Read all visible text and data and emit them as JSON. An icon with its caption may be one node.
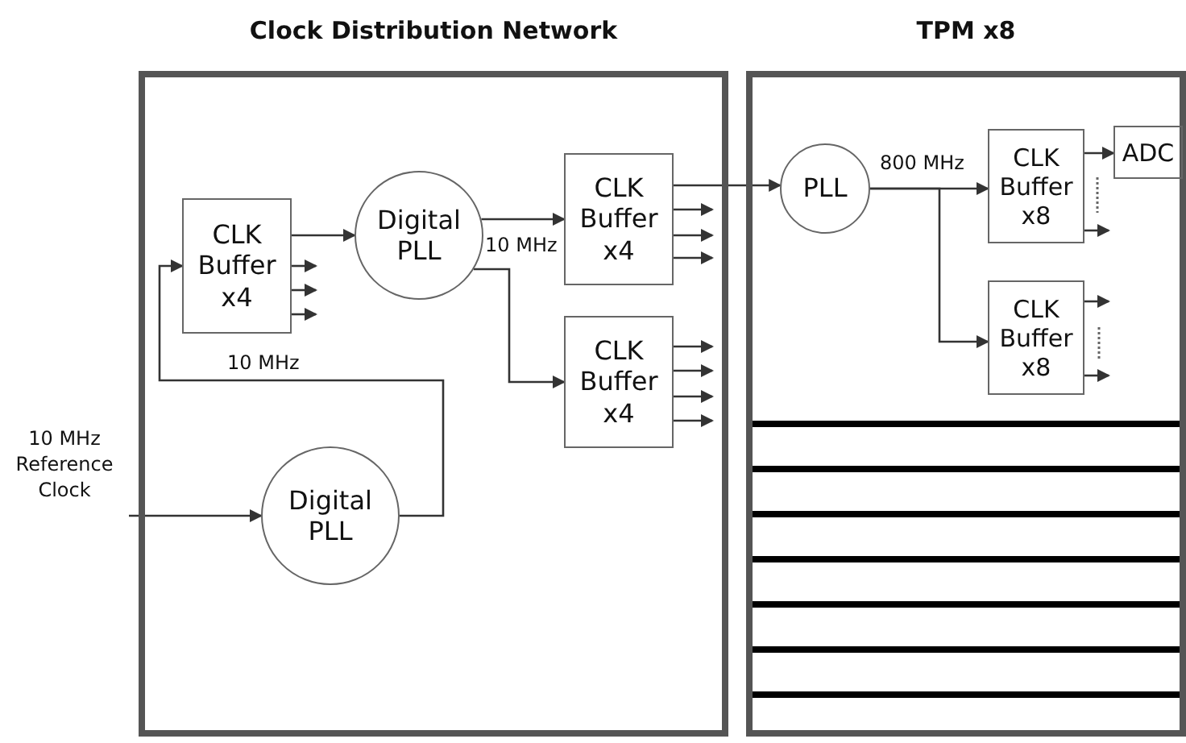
{
  "diagram": {
    "nodes": [
      {
        "text": [
          "Clock Distribution Network"
        ]
      },
      {
        "text": [
          "TPM x8"
        ]
      },
      {
        "text": [
          "CLK Buffer x4"
        ],
        "in": 0
      },
      {
        "text": [
          "Digital PLL"
        ],
        "in": 0
      },
      {
        "text": [
          "CLK Buffer x4"
        ],
        "in": 0
      },
      {
        "text": [
          "CLK Buffer x4"
        ],
        "in": 0
      },
      {
        "text": [
          "Digital PLL"
        ],
        "in": 0
      },
      {
        "text": [
          "10 MHz Reference Clock"
        ]
      },
      {
        "text": [
          "PLL"
        ],
        "in": 1
      },
      {
        "text": [
          "CLK Buffer x8"
        ],
        "in": 1
      },
      {
        "text": [
          "ADC"
        ],
        "in": 1
      },
      {
        "text": [
          "CLK Buffer x8"
        ],
        "in": 1
      }
    ],
    "edges": [
      {
        "from": 7,
        "to": 6,
        "arrow": "to"
      },
      {
        "from": 6,
        "to": 2,
        "arrow": "to",
        "label": "10 MHz"
      },
      {
        "from": 2,
        "to": 3,
        "arrow": "to"
      },
      {
        "from": 2,
        "to": null,
        "arrow": "to"
      },
      {
        "from": 2,
        "to": null,
        "arrow": "to"
      },
      {
        "from": 2,
        "to": null,
        "arrow": "to"
      },
      {
        "from": 3,
        "to": 4,
        "arrow": "to",
        "label": "10 MHz"
      },
      {
        "from": 3,
        "to": 5,
        "arrow": "to"
      },
      {
        "from": 4,
        "to": 8,
        "arrow": "to"
      },
      {
        "from": 4,
        "to": null,
        "arrow": "to"
      },
      {
        "from": 4,
        "to": null,
        "arrow": "to"
      },
      {
        "from": 4,
        "to": null,
        "arrow": "to"
      },
      {
        "from": 5,
        "to": null,
        "arrow": "to"
      },
      {
        "from": 5,
        "to": null,
        "arrow": "to"
      },
      {
        "from": 5,
        "to": null,
        "arrow": "to"
      },
      {
        "from": 5,
        "to": null,
        "arrow": "to"
      },
      {
        "from": 8,
        "to": 9,
        "arrow": "to",
        "label": "800 MHz"
      },
      {
        "from": 8,
        "to": 11,
        "arrow": "to"
      },
      {
        "from": 9,
        "to": 10,
        "arrow": "to"
      },
      {
        "from": 9,
        "to": null,
        "arrow": "to"
      },
      {
        "from": 11,
        "to": null,
        "arrow": "to"
      },
      {
        "from": 11,
        "to": null,
        "arrow": "to"
      }
    ]
  }
}
